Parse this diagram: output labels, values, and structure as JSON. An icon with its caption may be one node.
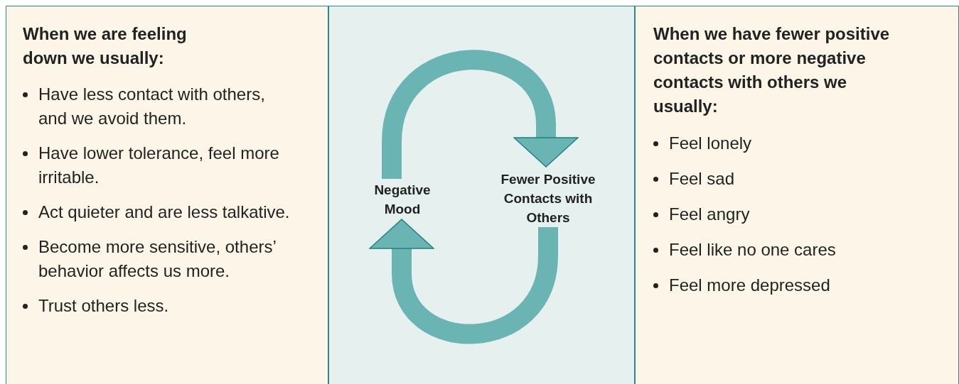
{
  "diagram": {
    "nodes": [
      {
        "text": [
          "When we are feeling down we usually:",
          "Have less contact with others, and we avoid them.",
          "Have lower tolerance, feel more irritable.",
          "Act quieter and are less talkative.",
          "Become more sensitive, others’ behavior affects us more.",
          "Trust others less."
        ]
      },
      {
        "text": [],
        "shape": "box"
      },
      {
        "text": [
          "Negative Mood"
        ],
        "in": 1
      },
      {
        "text": [
          "Fewer Positive Contacts with Others"
        ],
        "in": 1
      },
      {
        "text": [
          "When we have fewer positive contacts or more negative contacts with others we usually:",
          "Feel lonely",
          "Feel sad",
          "Feel angry",
          "Feel like no one cares",
          "Feel more depressed"
        ]
      }
    ],
    "edges": [
      {
        "from": 2,
        "to": 3,
        "arrow": "to"
      },
      {
        "from": 3,
        "to": 2,
        "arrow": "to"
      }
    ]
  }
}
